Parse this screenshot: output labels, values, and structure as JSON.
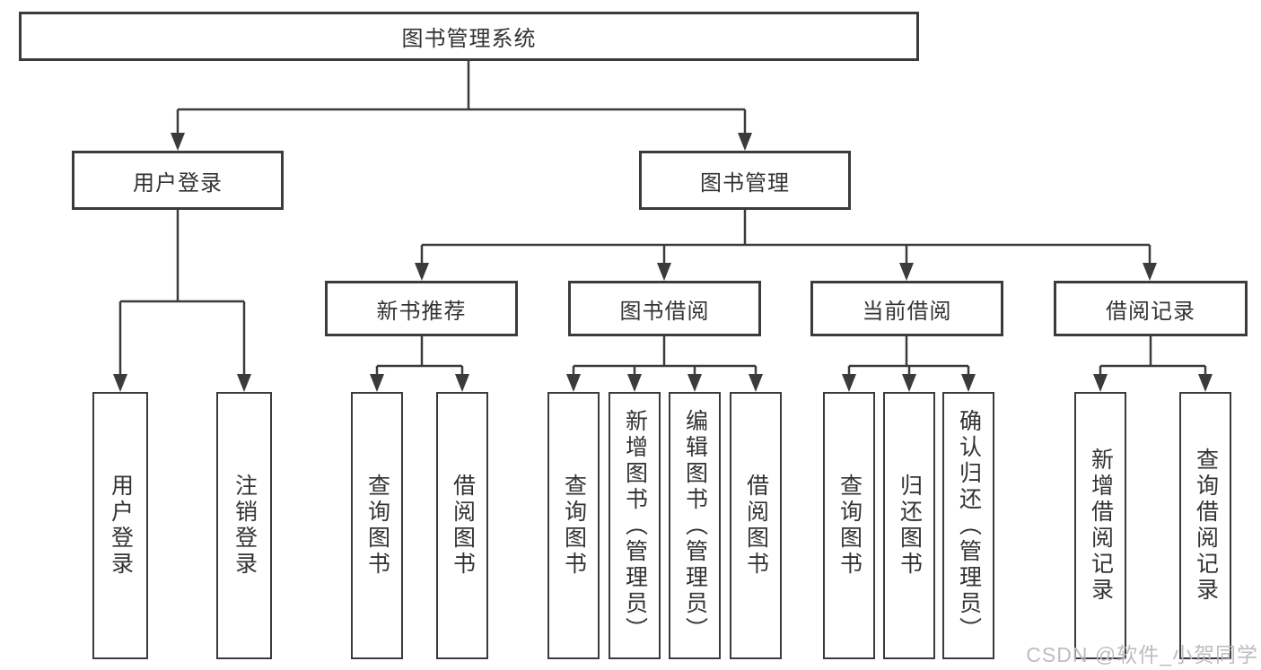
{
  "diagram": {
    "root": "图书管理系统",
    "level2": {
      "user_login": "用户登录",
      "book_management": "图书管理"
    },
    "level3": {
      "new_book_recommend": "新书推荐",
      "book_borrowing": "图书借阅",
      "current_borrowing": "当前借阅",
      "borrowing_records": "借阅记录"
    },
    "leaves": {
      "user_login": "用户登录",
      "logout": "注销登录",
      "rec_query_books": "查询图书",
      "rec_borrow_books": "借阅图书",
      "bb_query_books": "查询图书",
      "bb_add_books_admin": "新增图书（管理员）",
      "bb_edit_books_admin": "编辑图书（管理员）",
      "bb_borrow_books": "借阅图书",
      "cb_query_books": "查询图书",
      "cb_return_books": "归还图书",
      "cb_confirm_return_admin": "确认归还（管理员）",
      "br_add_record": "新增借阅记录",
      "br_query_record": "查询借阅记录"
    }
  },
  "watermark": "CSDN @软件_小贺同学",
  "colors": {
    "line": "#3b3b3b",
    "text": "#333333",
    "background": "#ffffff",
    "watermark": "#b9b9b9"
  }
}
